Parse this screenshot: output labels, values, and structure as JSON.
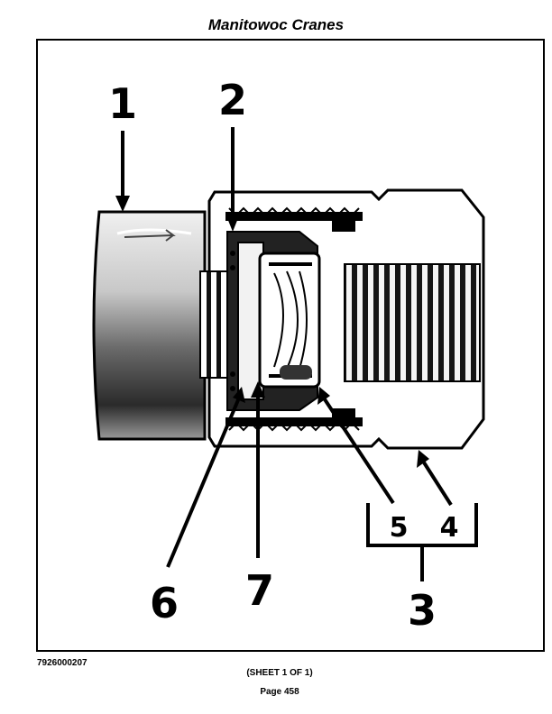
{
  "header": {
    "title": "Manitowoc Cranes"
  },
  "diagram": {
    "callouts": [
      {
        "id": "1",
        "label": "1"
      },
      {
        "id": "2",
        "label": "2"
      },
      {
        "id": "3",
        "label": "3"
      },
      {
        "id": "4",
        "label": "4"
      },
      {
        "id": "5",
        "label": "5"
      },
      {
        "id": "6",
        "label": "6"
      },
      {
        "id": "7",
        "label": "7"
      }
    ]
  },
  "footer": {
    "figure_number": "7926000207",
    "sheet": "(SHEET 1 OF 1)",
    "page": "Page 458"
  }
}
